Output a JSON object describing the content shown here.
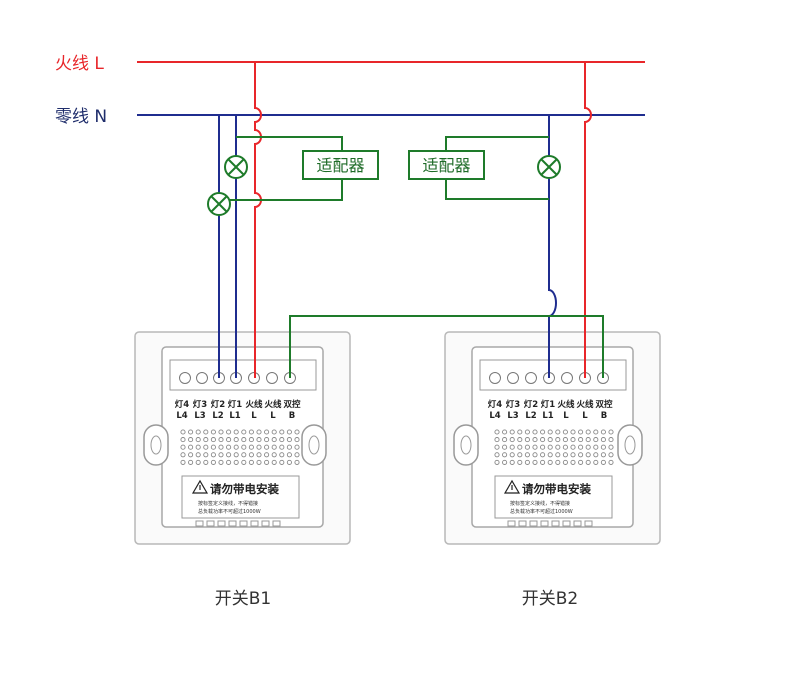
{
  "lines": {
    "live_label": "火线 L",
    "neutral_label": "零线 N",
    "live_color": "#e8262a",
    "neutral_color": "#1f2d8f",
    "control_color": "#1e7b2a"
  },
  "adapters": [
    {
      "label": "适配器"
    },
    {
      "label": "适配器"
    }
  ],
  "switches": [
    {
      "name": "开关B1",
      "terminals_top": [
        "灯4",
        "灯3",
        "灯2",
        "灯1",
        "火线",
        "火线",
        "双控"
      ],
      "terminals_bottom": [
        "L4",
        "L3",
        "L2",
        "L1",
        "L",
        "L",
        "B"
      ],
      "warning_title": "请勿带电安装",
      "notes": [
        "按标签定义接线，不得错接",
        "总负载功率不可超过1000W"
      ]
    },
    {
      "name": "开关B2",
      "terminals_top": [
        "灯4",
        "灯3",
        "灯2",
        "灯1",
        "火线",
        "火线",
        "双控"
      ],
      "terminals_bottom": [
        "L4",
        "L3",
        "L2",
        "L1",
        "L",
        "L",
        "B"
      ],
      "warning_title": "请勿带电安装",
      "notes": [
        "按标签定义接线，不得错接",
        "总负载功率不可超过1000W"
      ]
    }
  ]
}
